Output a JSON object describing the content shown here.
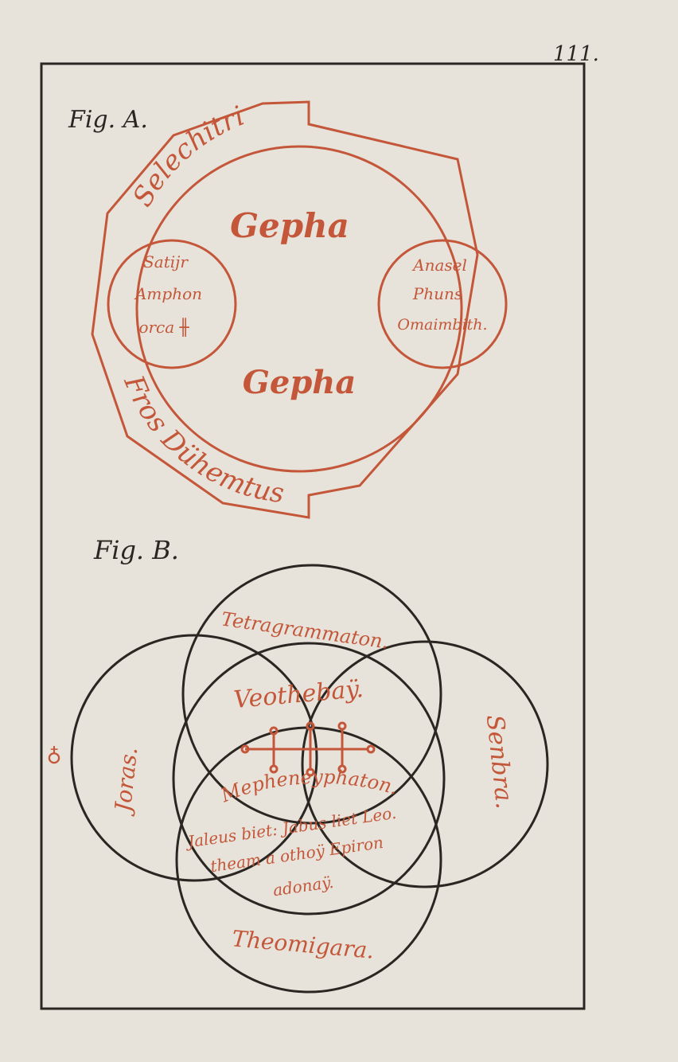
{
  "page_number": "111.",
  "fig_a": {
    "label": "Fig. A.",
    "ring_top": "Selechitri",
    "ring_bottom": "Fros Dühemtus",
    "center_top": "Gepha",
    "center_bottom": "Gepha",
    "left_circle": [
      "Satijr",
      "Amphon",
      "orca ╫"
    ],
    "right_circle": [
      "Anasel",
      "Phuns",
      "Omaimbith."
    ]
  },
  "fig_b": {
    "label": "Fig. B.",
    "top_circle": "Tetragrammaton.",
    "upper_middle": "Veothebaÿ.",
    "left_circle": "Joras.",
    "right_circle": "Senbra.",
    "lower_arc": "Mepheneyphaton.",
    "lower_text": [
      "Jaleus biet: Jabus liet Leo.",
      "theam a othoÿ Epiron",
      "adonaÿ."
    ],
    "bottom_circle": "Theomigara.",
    "side_symbol": "♁"
  },
  "colors": {
    "red_ink": "#c4573a",
    "black_ink": "#2a2622",
    "paper": "#e7e3da"
  }
}
